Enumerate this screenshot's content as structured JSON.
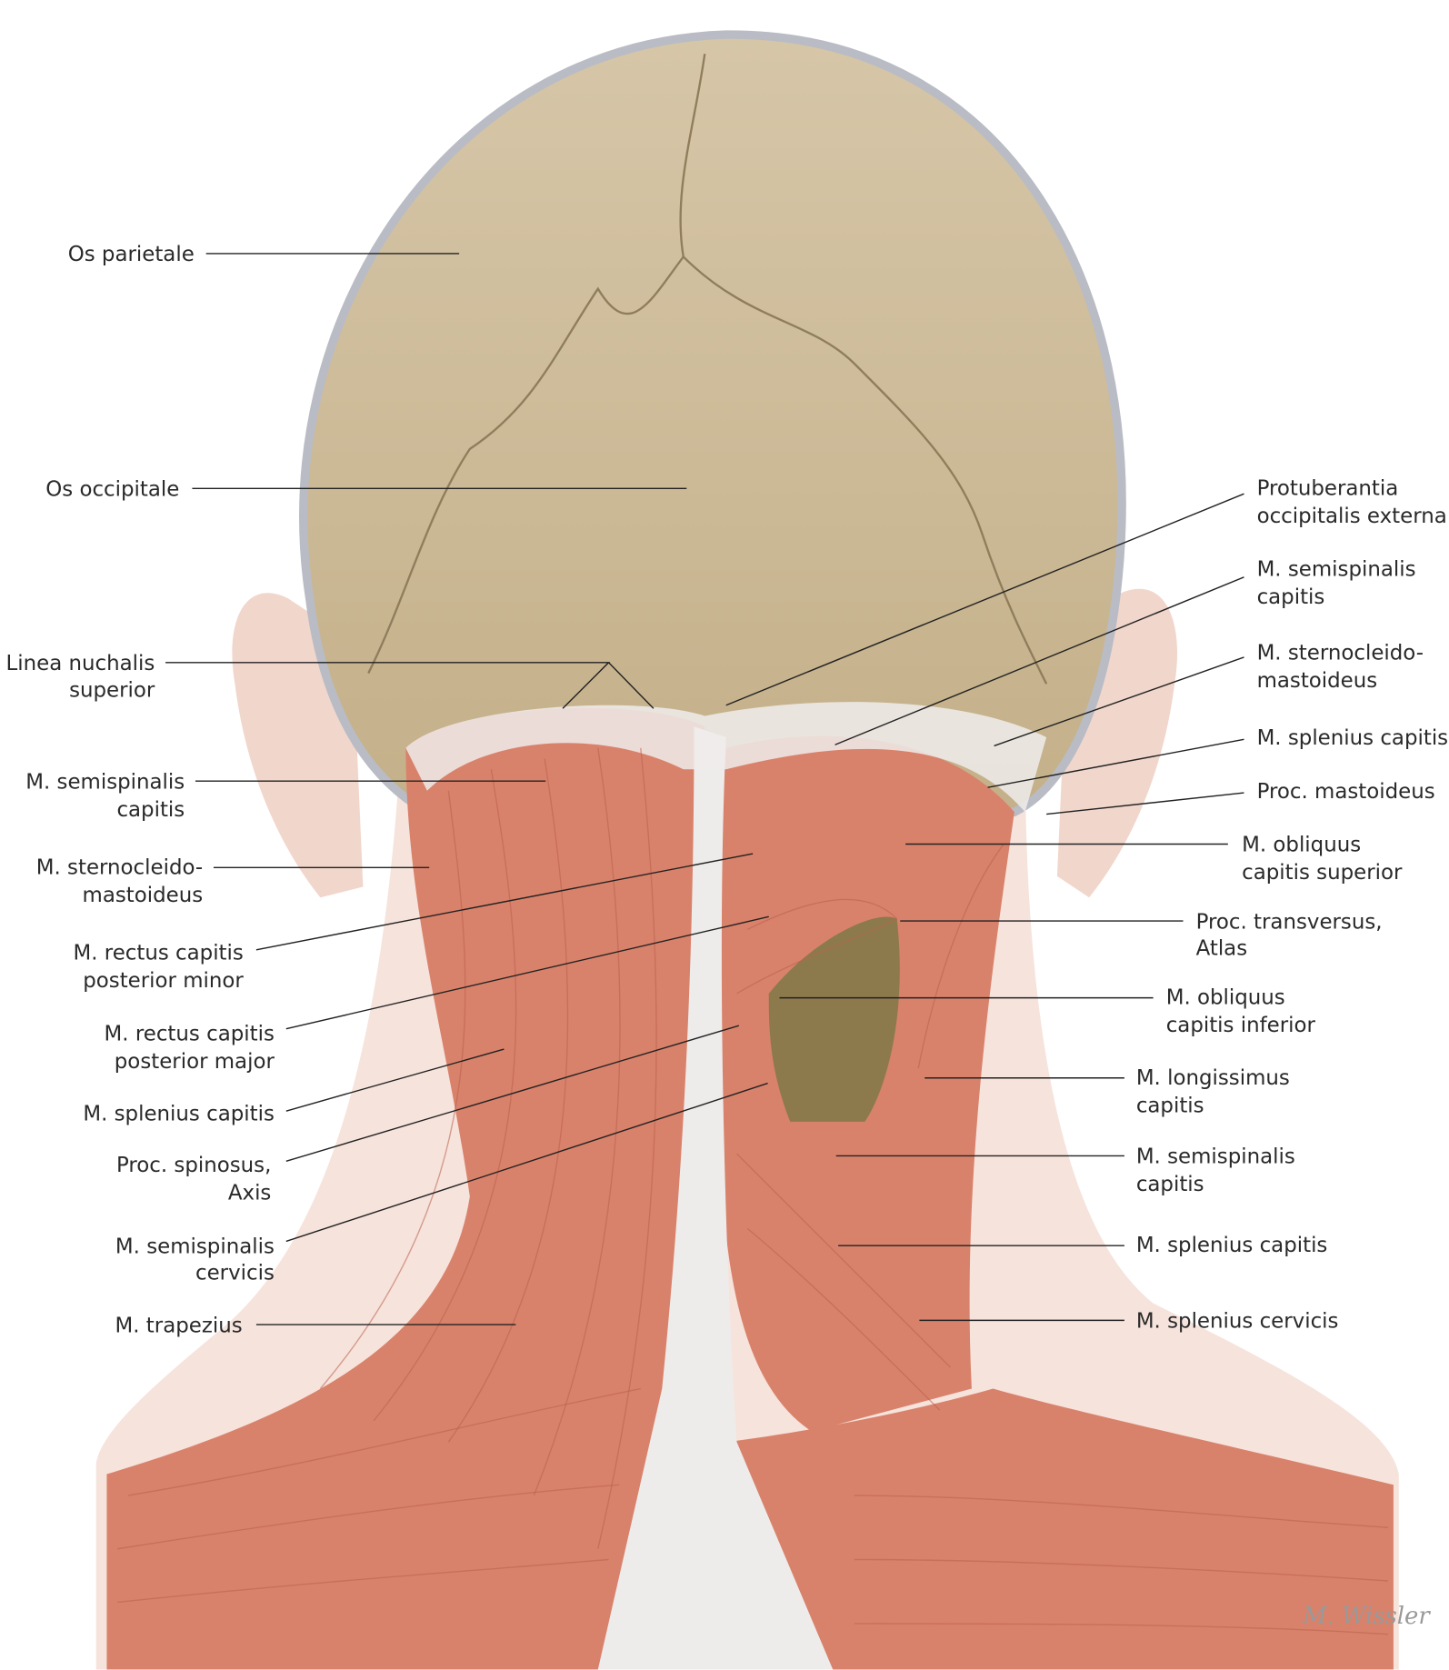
{
  "figure": {
    "signature": "M. Wissler",
    "labels_left": [
      {
        "id": "os-parietale",
        "lines": [
          "Os parietale"
        ]
      },
      {
        "id": "os-occipitale",
        "lines": [
          "Os occipitale"
        ]
      },
      {
        "id": "linea-nuchalis-superior",
        "lines": [
          "Linea nuchalis",
          "superior"
        ]
      },
      {
        "id": "m-semispinalis-capitis-left",
        "lines": [
          "M. semispinalis",
          "capitis"
        ]
      },
      {
        "id": "m-sternocleidomastoideus-left",
        "lines": [
          "M. sternocleido-",
          "mastoideus"
        ]
      },
      {
        "id": "m-rectus-capitis-posterior-minor",
        "lines": [
          "M. rectus capitis",
          "posterior minor"
        ]
      },
      {
        "id": "m-rectus-capitis-posterior-major",
        "lines": [
          "M. rectus capitis",
          "posterior major"
        ]
      },
      {
        "id": "m-splenius-capitis-left",
        "lines": [
          "M. splenius capitis"
        ]
      },
      {
        "id": "proc-spinosus-axis",
        "lines": [
          "Proc. spinosus,",
          "Axis"
        ]
      },
      {
        "id": "m-semispinalis-cervicis",
        "lines": [
          "M. semispinalis",
          "cervicis"
        ]
      },
      {
        "id": "m-trapezius",
        "lines": [
          "M. trapezius"
        ]
      }
    ],
    "labels_right": [
      {
        "id": "protuberantia-occipitalis-externa",
        "lines": [
          "Protuberantia",
          "occipitalis externa"
        ]
      },
      {
        "id": "m-semispinalis-capitis-right-upper",
        "lines": [
          "M. semispinalis",
          "capitis"
        ]
      },
      {
        "id": "m-sternocleidomastoideus-right",
        "lines": [
          "M. sternocleido-",
          "mastoideus"
        ]
      },
      {
        "id": "m-splenius-capitis-right-upper",
        "lines": [
          "M. splenius capitis"
        ]
      },
      {
        "id": "proc-mastoideus",
        "lines": [
          "Proc. mastoideus"
        ]
      },
      {
        "id": "m-obliquus-capitis-superior",
        "lines": [
          "M. obliquus",
          "capitis superior"
        ]
      },
      {
        "id": "proc-transversus-atlas",
        "lines": [
          "Proc. transversus,",
          "Atlas"
        ]
      },
      {
        "id": "m-obliquus-capitis-inferior",
        "lines": [
          "M. obliquus",
          "capitis inferior"
        ]
      },
      {
        "id": "m-longissimus-capitis",
        "lines": [
          "M. longissimus",
          "capitis"
        ]
      },
      {
        "id": "m-semispinalis-capitis-right-lower",
        "lines": [
          "M. semispinalis",
          "capitis"
        ]
      },
      {
        "id": "m-splenius-capitis-right-lower",
        "lines": [
          "M. splenius capitis"
        ]
      },
      {
        "id": "m-splenius-cervicis",
        "lines": [
          "M. splenius cervicis"
        ]
      }
    ]
  }
}
